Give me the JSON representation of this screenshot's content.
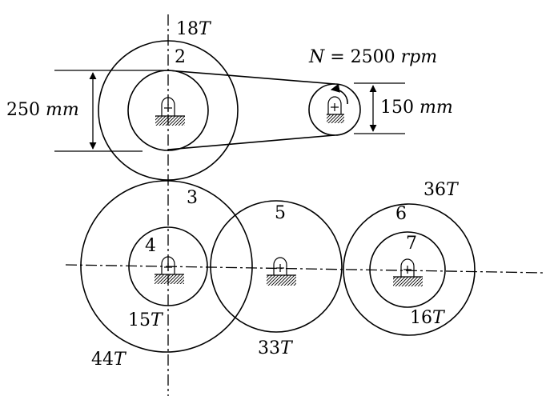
{
  "labels": {
    "gear_2_teeth": "18",
    "gear_2_num": "2",
    "gear_3_num": "3",
    "gear_4_num": "4",
    "gear_4_teeth": "15",
    "gear_3_teeth": "44",
    "gear_5_num": "5",
    "gear_5_teeth": "33",
    "gear_6_num": "6",
    "gear_6_teeth": "36",
    "gear_7_num": "7",
    "gear_7_teeth": "16",
    "teeth_unit": "T",
    "speed_symbol": "N",
    "speed_eq": " = 2500 ",
    "speed_unit": "rpm",
    "large_pulley_dim": "250 ",
    "small_pulley_dim": "150 ",
    "dim_unit": "mm"
  }
}
